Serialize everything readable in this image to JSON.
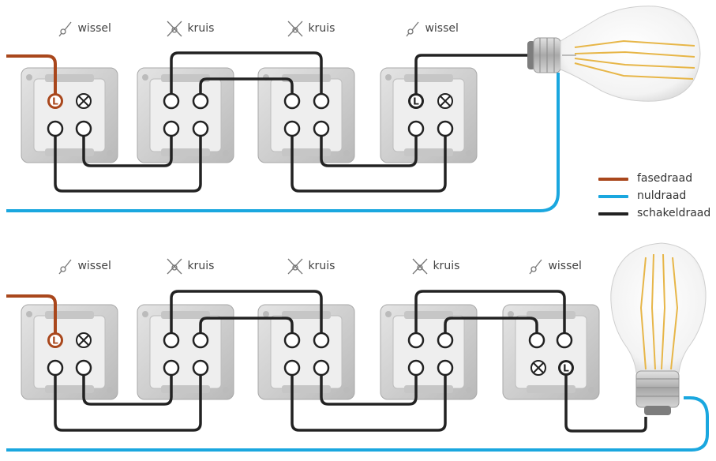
{
  "legend": [
    {
      "key": "fase",
      "label": "fasedraad",
      "color": "#a9471c"
    },
    {
      "key": "nul",
      "label": "nuldraad",
      "color": "#1aa7df"
    },
    {
      "key": "schakel",
      "label": "schakeldraad",
      "color": "#222222"
    }
  ],
  "terminal_labels": {
    "phase": "L",
    "lamp": "L"
  },
  "diagrams": [
    {
      "id": "top",
      "switches": [
        {
          "type": "wissel",
          "label": "wissel"
        },
        {
          "type": "kruis",
          "label": "kruis"
        },
        {
          "type": "kruis",
          "label": "kruis"
        },
        {
          "type": "wissel",
          "label": "wissel"
        }
      ]
    },
    {
      "id": "bottom",
      "switches": [
        {
          "type": "wissel",
          "label": "wissel"
        },
        {
          "type": "kruis",
          "label": "kruis"
        },
        {
          "type": "kruis",
          "label": "kruis"
        },
        {
          "type": "kruis",
          "label": "kruis"
        },
        {
          "type": "wissel",
          "label": "wissel"
        }
      ]
    }
  ]
}
